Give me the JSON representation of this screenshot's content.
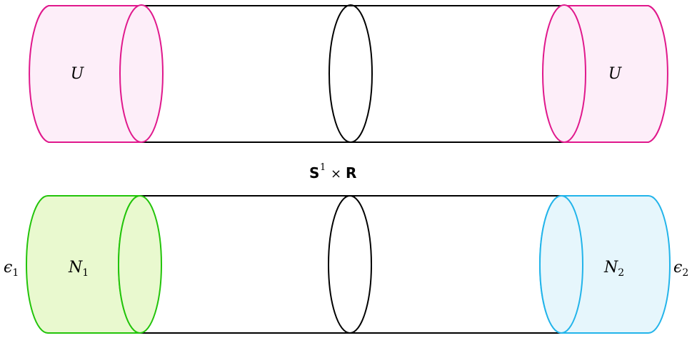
{
  "colors": {
    "outline": "#000000",
    "top_caps": "#e0188c",
    "top_caps_fill": "#fdeef9",
    "left_cap_bottom": "#22c40a",
    "left_cap_bottom_fill": "#e9f9cf",
    "right_cap_bottom": "#22b4ea",
    "right_cap_bottom_fill": "#e6f6fc"
  },
  "top_cylinder": {
    "left_label": "U",
    "right_label": "U"
  },
  "middle_label": {
    "s": "S",
    "exp": "1",
    "times": "×",
    "r": "R"
  },
  "bottom_cylinder": {
    "left_label": {
      "base": "N",
      "sub": "1"
    },
    "right_label": {
      "base": "N",
      "sub": "2"
    },
    "left_epsilon": {
      "base": "ϵ",
      "sub": "1"
    },
    "right_epsilon": {
      "base": "ϵ",
      "sub": "2"
    }
  }
}
